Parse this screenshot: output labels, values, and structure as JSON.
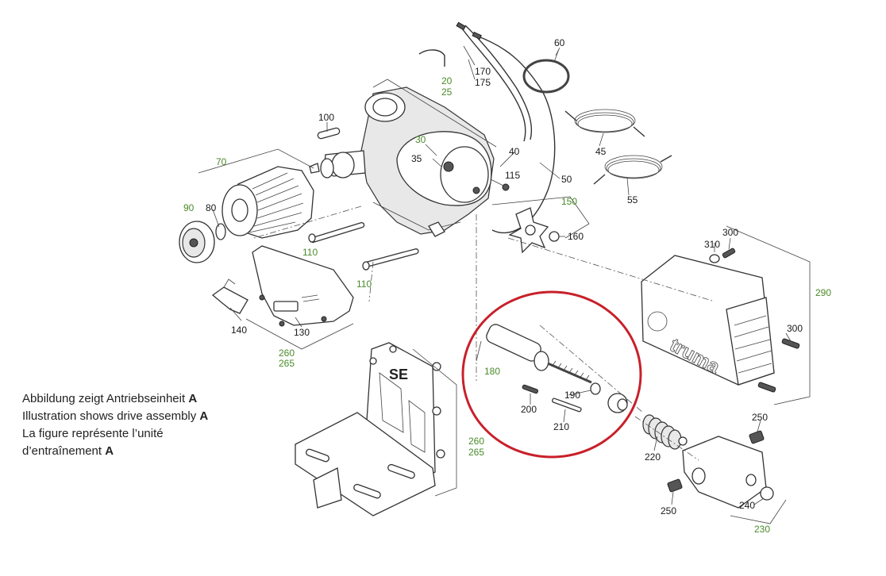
{
  "colors": {
    "green_label": "#4a8a2a",
    "black_label": "#1a1a1a",
    "highlight_circle": "#c8202a",
    "line": "#333333"
  },
  "labels": [
    {
      "id": "p170",
      "text": "170",
      "color": "black"
    },
    {
      "id": "p175",
      "text": "175",
      "color": "black"
    },
    {
      "id": "p60",
      "text": "60",
      "color": "black"
    },
    {
      "id": "p20",
      "text": "20",
      "color": "green"
    },
    {
      "id": "p25",
      "text": "25",
      "color": "green"
    },
    {
      "id": "p100",
      "text": "100",
      "color": "black"
    },
    {
      "id": "p30",
      "text": "30",
      "color": "green"
    },
    {
      "id": "p35",
      "text": "35",
      "color": "black"
    },
    {
      "id": "p40",
      "text": "40",
      "color": "black"
    },
    {
      "id": "p45",
      "text": "45",
      "color": "black"
    },
    {
      "id": "p115",
      "text": "115",
      "color": "black"
    },
    {
      "id": "p50",
      "text": "50",
      "color": "black"
    },
    {
      "id": "p55",
      "text": "55",
      "color": "black"
    },
    {
      "id": "p70",
      "text": "70",
      "color": "green"
    },
    {
      "id": "p90",
      "text": "90",
      "color": "green"
    },
    {
      "id": "p80",
      "text": "80",
      "color": "black"
    },
    {
      "id": "p150",
      "text": "150",
      "color": "green"
    },
    {
      "id": "p160",
      "text": "160",
      "color": "black"
    },
    {
      "id": "p310",
      "text": "310",
      "color": "black"
    },
    {
      "id": "p300a",
      "text": "300",
      "color": "black"
    },
    {
      "id": "p110a",
      "text": "110",
      "color": "green"
    },
    {
      "id": "p110b",
      "text": "110",
      "color": "green"
    },
    {
      "id": "p290",
      "text": "290",
      "color": "green"
    },
    {
      "id": "p140",
      "text": "140",
      "color": "black"
    },
    {
      "id": "p130",
      "text": "130",
      "color": "black"
    },
    {
      "id": "p300b",
      "text": "300",
      "color": "black"
    },
    {
      "id": "p260a",
      "text": "260",
      "color": "green"
    },
    {
      "id": "p265a",
      "text": "265",
      "color": "green"
    },
    {
      "id": "p180",
      "text": "180",
      "color": "green"
    },
    {
      "id": "p190",
      "text": "190",
      "color": "black"
    },
    {
      "id": "p200",
      "text": "200",
      "color": "black"
    },
    {
      "id": "p210",
      "text": "210",
      "color": "black"
    },
    {
      "id": "p250a",
      "text": "250",
      "color": "black"
    },
    {
      "id": "p260b",
      "text": "260",
      "color": "green"
    },
    {
      "id": "p265b",
      "text": "265",
      "color": "green"
    },
    {
      "id": "p220",
      "text": "220",
      "color": "black"
    },
    {
      "id": "p250b",
      "text": "250",
      "color": "black"
    },
    {
      "id": "p240",
      "text": "240",
      "color": "black"
    },
    {
      "id": "p230",
      "text": "230",
      "color": "green"
    }
  ],
  "stamp_text": "SE",
  "logo_text": "truma",
  "caption": {
    "lines": [
      {
        "text": "Abbildung zeigt Antriebseinheit ",
        "bold": "A"
      },
      {
        "text": "Illustration shows drive assembly ",
        "bold": "A"
      },
      {
        "text": "La figure représente l’unité",
        "bold": ""
      },
      {
        "text": "d’entraînement ",
        "bold": "A"
      }
    ]
  }
}
